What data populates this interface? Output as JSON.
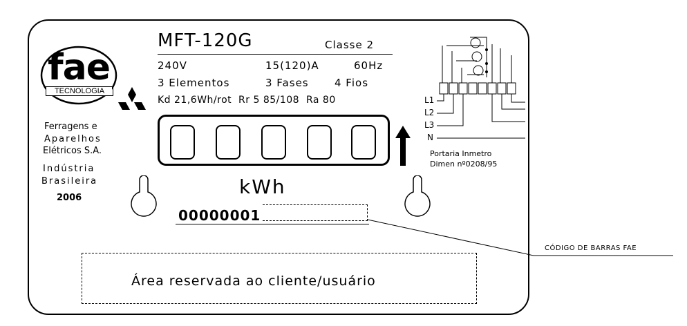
{
  "brand": {
    "logo_text": "fae",
    "logo_sub": "TECNOLOGIA",
    "company_lines": [
      "Ferragens e",
      "Aparelhos",
      "Elétricos S.A."
    ],
    "origin_lines": [
      "Indústria",
      "Brasileira"
    ],
    "year": "2006"
  },
  "spec": {
    "model": "MFT-120G",
    "class": "Classe 2",
    "voltage": "240V",
    "current": "15(120)A",
    "frequency": "60Hz",
    "elements": "3 Elementos",
    "phases": "3 Fases",
    "wires": "4 Fios",
    "constants": "Kd 21,6Wh/rot  Rr 5 85/108  Ra 80"
  },
  "register": {
    "digits": [
      "",
      "",
      "",
      "",
      ""
    ],
    "unit": "kWh"
  },
  "serial": "00000001",
  "wiring": {
    "lines": [
      "L1",
      "L2",
      "L3",
      "N"
    ],
    "approval_lines": [
      "Portaria Inmetro",
      "Dimen nº0208/95"
    ]
  },
  "callout": "CÓDIGO DE BARRAS FAE",
  "customer_area": "Área reservada ao cliente/usuário",
  "colors": {
    "ink": "#000000",
    "background": "#ffffff"
  }
}
